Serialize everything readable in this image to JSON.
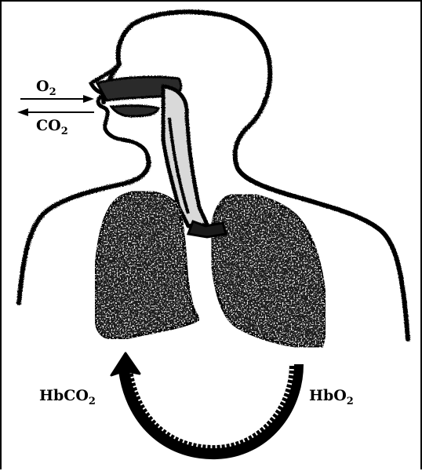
{
  "labels": {
    "inhaled_main": "O",
    "inhaled_sub": "2",
    "exhaled_main": "CO",
    "exhaled_sub": "2",
    "left_main": "HbCO",
    "left_sub": "2",
    "right_main": "HbO",
    "right_sub": "2"
  },
  "colors": {
    "ink": "#000000",
    "lung": "#1a1a1a",
    "paper": "#ffffff"
  }
}
